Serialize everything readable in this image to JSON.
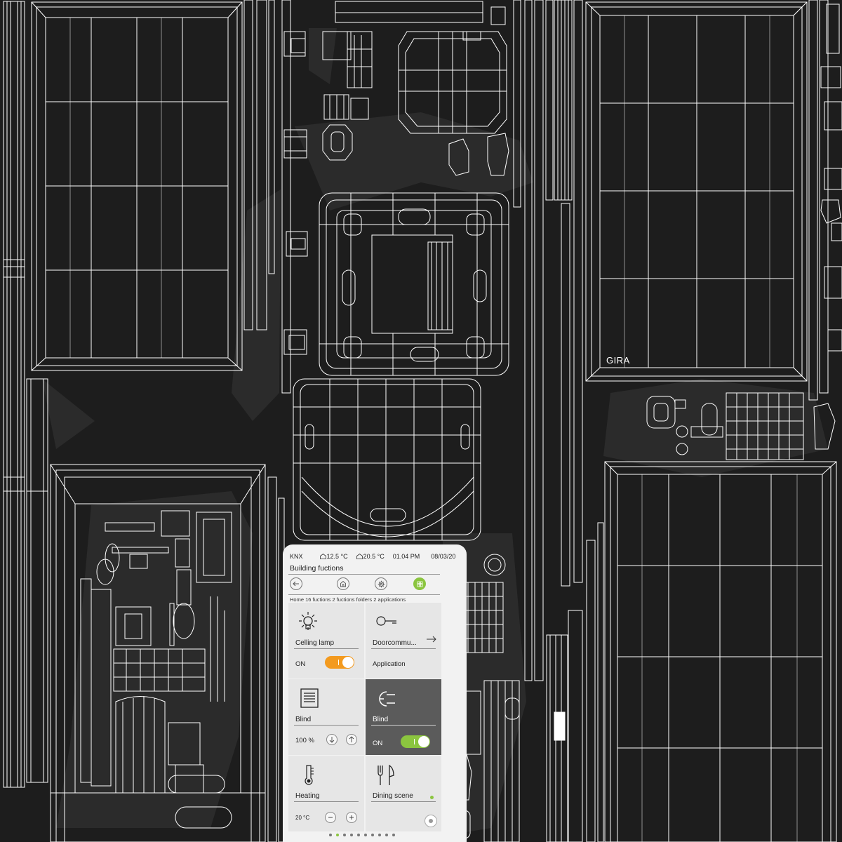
{
  "texture": {
    "background_color": "#1d1d1d",
    "wire_color": "#ffffff",
    "brand_logo": "GIRA"
  },
  "phone": {
    "status": {
      "knx": "KNX",
      "temp_inside": "12.5 °C",
      "temp_outside": "20.5 °C",
      "time": "01.04 PM",
      "date": "08/03/20"
    },
    "title": "Building fuctions",
    "nav": {
      "back_icon": "arrow-left-icon",
      "home_icon": "home-icon",
      "settings_icon": "gear-icon",
      "grid_icon": "grid-icon"
    },
    "summary": "Home 16 fuctions 2 fuctions folders 2 applications",
    "accent_color": "#8bc53f",
    "toggle_color": "#f39a1e",
    "tiles": [
      {
        "label": "Celling lamp",
        "icon": "light-bulb-icon",
        "state": "ON"
      },
      {
        "label": "Doorcommu...",
        "icon": "door-key-icon",
        "sub": "Application"
      },
      {
        "label": "Blind",
        "icon": "blind-icon",
        "value": "100 %"
      },
      {
        "label": "Blind",
        "icon": "plug-icon",
        "state": "ON"
      },
      {
        "label": "Heating",
        "icon": "thermometer-icon",
        "value": "20 °C"
      },
      {
        "label": "Dining scene",
        "icon": "fork-knife-icon"
      }
    ],
    "page_count": 10,
    "current_page": 2
  }
}
